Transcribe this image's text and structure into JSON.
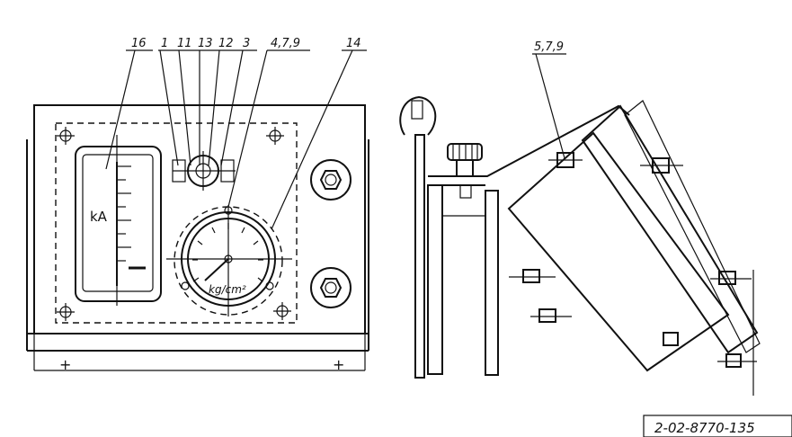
{
  "callouts": {
    "c16": "16",
    "c1": "1",
    "c11": "11",
    "c13": "13",
    "c12": "12",
    "c3": "3",
    "c479": "4,7,9",
    "c14": "14",
    "c579": "5,7,9"
  },
  "ammeter_unit": "kA",
  "gauge_unit": "kg/cm²",
  "drawing_code": "2-02-8770-135"
}
